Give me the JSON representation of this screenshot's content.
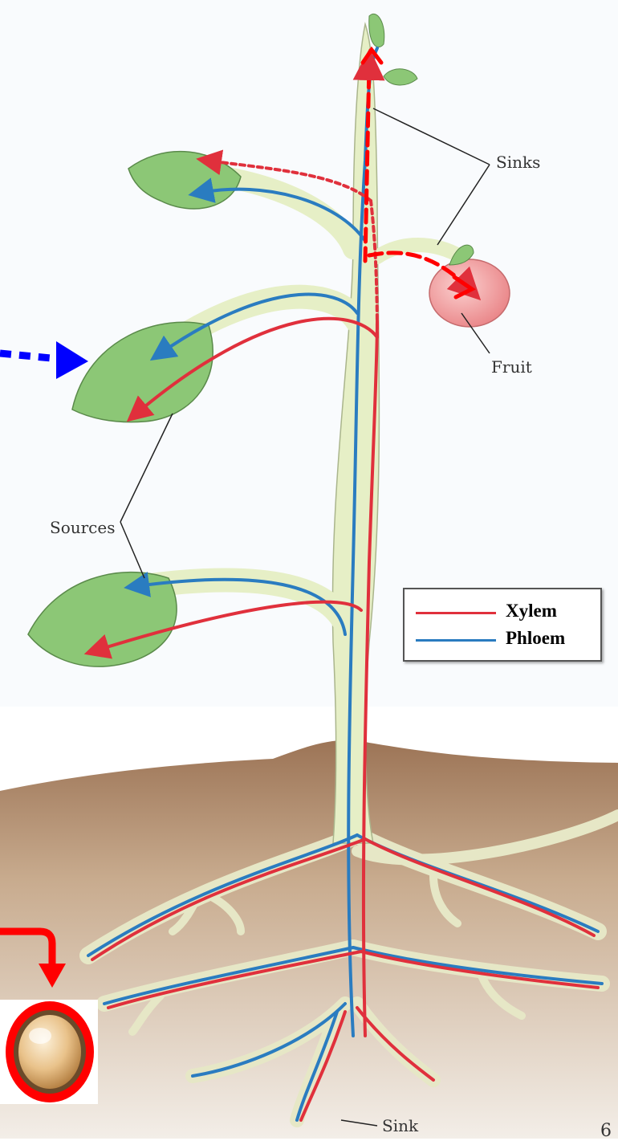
{
  "labels": {
    "sinks": "Sinks",
    "fruit": "Fruit",
    "sources": "Sources",
    "sink": "Sink",
    "page_number": "6"
  },
  "legend": {
    "items": [
      {
        "label": "Xylem",
        "color": "#e0303c"
      },
      {
        "label": "Phloem",
        "color": "#2a7cc0"
      }
    ]
  },
  "colors": {
    "xylem": "#e0303c",
    "phloem": "#2a7cc0",
    "stem_fill": "#e6efc6",
    "leaf": "#8cc776",
    "soil": "#b89a7c",
    "fruit": "#f19ea0",
    "highlight_red": "#ff0000",
    "highlight_blue": "#0000ff"
  }
}
